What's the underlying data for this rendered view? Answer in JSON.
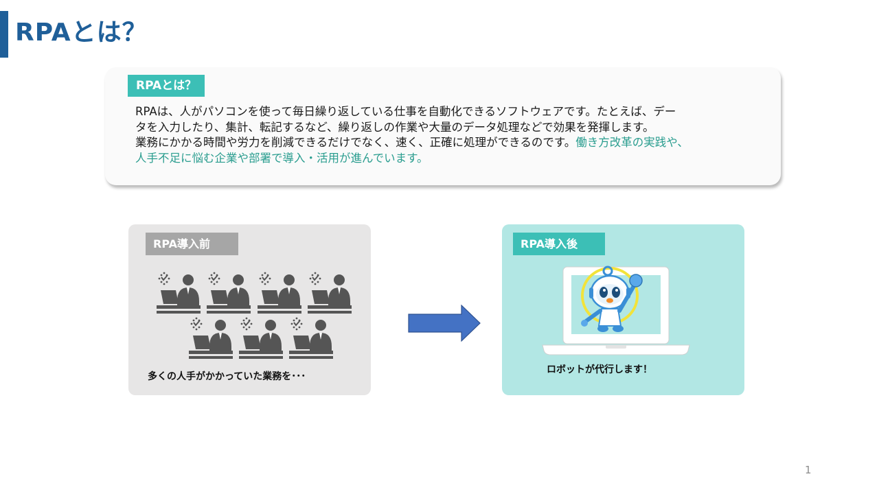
{
  "page": {
    "title": "RPAとは？",
    "page_number": "1"
  },
  "info": {
    "tag": "RPAとは？",
    "line1": "RPAは、人がパソコンを使って毎日繰り返している仕事を自動化できるソフトウェアです。たとえば、デー",
    "line2": "タを入力したり、集計、転記するなど、繰り返しの作業や大量のデータ処理などで効果を発揮します。",
    "line3_plain": "業務にかかる時間や労力を削減できるだけでなく、速く、正確に処理ができるのです。",
    "line3_accent": "働き方改革の実践や、",
    "line4_accent": "人手不足に悩む企業や部署で導入・活用が進んでいます。",
    "accent_color": "#2a9d8f"
  },
  "before": {
    "tag": "RPA導入前",
    "caption": "多くの人手がかかっていた業務を･･･",
    "icon": "office-worker-icon",
    "worker_count": 7
  },
  "after": {
    "tag": "RPA導入後",
    "caption": "ロボットが代行します！",
    "icon": "robot-mascot-icon"
  },
  "colors": {
    "brand": "#1f5f99",
    "teal": "#3cbfb6",
    "arrow": "#4472c4"
  }
}
